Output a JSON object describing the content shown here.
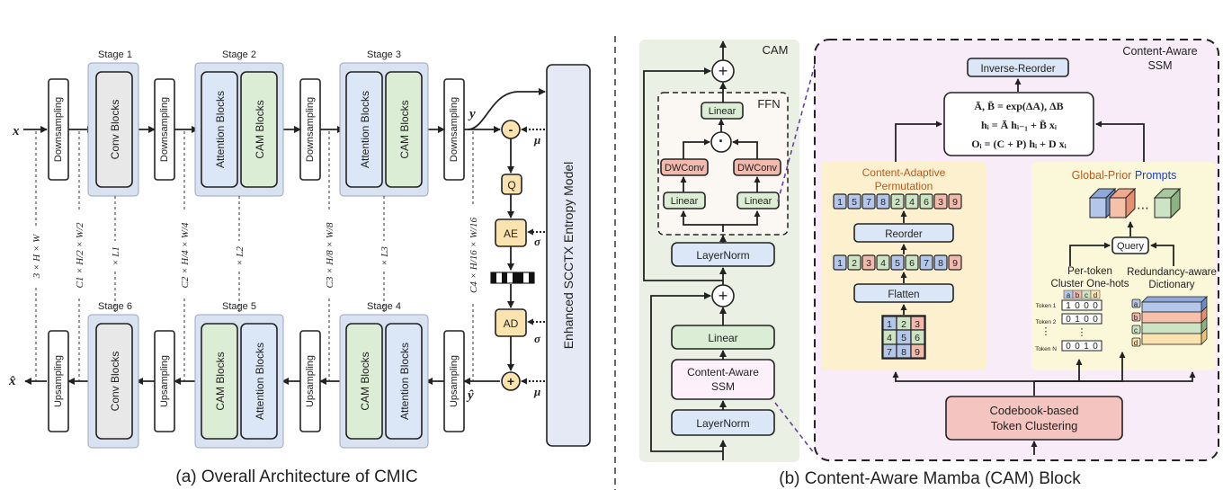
{
  "left": {
    "caption": "(a) Overall Architecture of CMIC",
    "input": "x",
    "output": "x̂",
    "stages_top": [
      {
        "title": "Stage 1",
        "blocks": [
          "Conv Blocks"
        ]
      },
      {
        "title": "Stage 2",
        "blocks": [
          "Attention Blocks",
          "CAM Blocks"
        ]
      },
      {
        "title": "Stage 3",
        "blocks": [
          "Attention Blocks",
          "CAM Blocks"
        ]
      }
    ],
    "stages_bottom": [
      {
        "title": "Stage 6",
        "blocks": [
          "Conv Blocks"
        ]
      },
      {
        "title": "Stage 5",
        "blocks": [
          "CAM Blocks",
          "Attention Blocks"
        ]
      },
      {
        "title": "Stage 4",
        "blocks": [
          "CAM Blocks",
          "Attention Blocks"
        ]
      }
    ],
    "downsampling": "Downsampling",
    "upsampling": "Upsampling",
    "dims": [
      "3 × H × W",
      "C1 × H/2 × W/2",
      "× L1",
      "C2 × H/4 × W/4",
      "× L2",
      "C3 × H/8 × W/8",
      "× L3",
      "C4 × H/16 × W/16"
    ],
    "y": "y",
    "y_hat": "ŷ",
    "mu": "μ",
    "sigma": "σ",
    "minus": "-",
    "plus": "+",
    "q": "Q",
    "ae": "AE",
    "ad": "AD",
    "entropy": "Enhanced SCCTX Entropy Model"
  },
  "middle": {
    "cam_title": "CAM",
    "ffn_title": "FFN",
    "linear": "Linear",
    "dwconv": "DWConv",
    "dot": "·",
    "plus": "+",
    "layernorm": "LayerNorm",
    "ssm_line1": "Content-Aware",
    "ssm_line2": "SSM"
  },
  "right": {
    "title_line1": "Content-Aware",
    "title_line2": "SSM",
    "caption": "(b) Content-Aware Mamba (CAM) Block",
    "inverse_reorder": "Inverse-Reorder",
    "eq1": "Ā, B̄ = exp(ΔA), ΔB",
    "eq2": "hᵢ = Ā hᵢ₋₁ + B̄ xᵢ",
    "eq3": "Oᵢ = (C + P) hᵢ + D xᵢ",
    "perm_title1": "Content-Adaptive",
    "perm_title2": "Permutation",
    "perm_tokens": [
      "1",
      "5",
      "7",
      "8",
      "2",
      "4",
      "6",
      "3",
      "9"
    ],
    "seq_tokens": [
      "1",
      "2",
      "3",
      "4",
      "5",
      "6",
      "7",
      "8",
      "9"
    ],
    "reorder": "Reorder",
    "flatten": "Flatten",
    "grid_tokens": [
      "1",
      "2",
      "3",
      "4",
      "5",
      "6",
      "7",
      "8",
      "9"
    ],
    "gpp_title1": "Global-Prior ",
    "gpp_title2": "Prompts",
    "query": "Query",
    "onehot_title1": "Per-token",
    "onehot_title2": "Cluster One-hots",
    "onehot_cols": [
      "a",
      "b",
      "c",
      "d"
    ],
    "onehot_rows": [
      {
        "label": "Token 1",
        "bits": [
          "1",
          "0",
          "0",
          "0"
        ]
      },
      {
        "label": "Token 2",
        "bits": [
          "0",
          "1",
          "0",
          "0"
        ]
      },
      {
        "label": "Token N",
        "bits": [
          "0",
          "0",
          "1",
          "0"
        ]
      }
    ],
    "dict_title1": "Redundancy-aware",
    "dict_title2": "Dictionary",
    "dict_rows": [
      "a",
      "b",
      "c",
      "d"
    ],
    "cluster_line1": "Codebook-based",
    "cluster_line2": "Token Clustering"
  },
  "colors": {
    "stage_bg": "#d9e2f1",
    "attention": "#dbe7f7",
    "cam": "#dcedd6",
    "conv": "#e8e8e8",
    "coder": "#fbe3b0",
    "entropy": "#e4e9f5",
    "cam_panel": "#eaf1e4",
    "ssm_panel": "#f8ecf8",
    "perm_panel": "#fdf0cf",
    "gpp_panel": "#fbf7d9",
    "cluster": "#f4c4c0",
    "blue_token": "#b4c7ea",
    "green_token": "#cde4c4",
    "red_token": "#f2b9ad"
  }
}
